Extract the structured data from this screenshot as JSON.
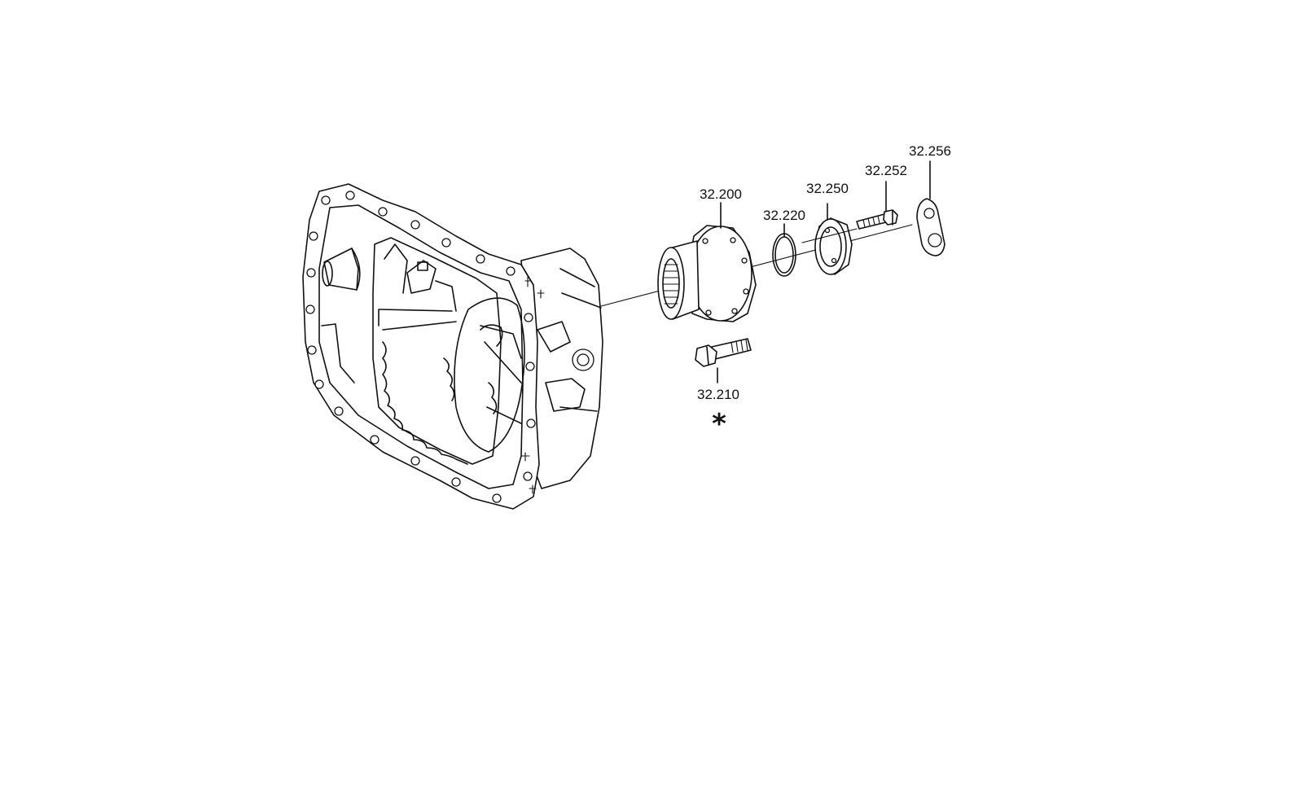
{
  "diagram": {
    "part_labels": {
      "p32200": "32.200",
      "p32210": "32.210",
      "p32220": "32.220",
      "p32250": "32.250",
      "p32252": "32.252",
      "p32256": "32.256"
    },
    "note_marker": "*"
  }
}
